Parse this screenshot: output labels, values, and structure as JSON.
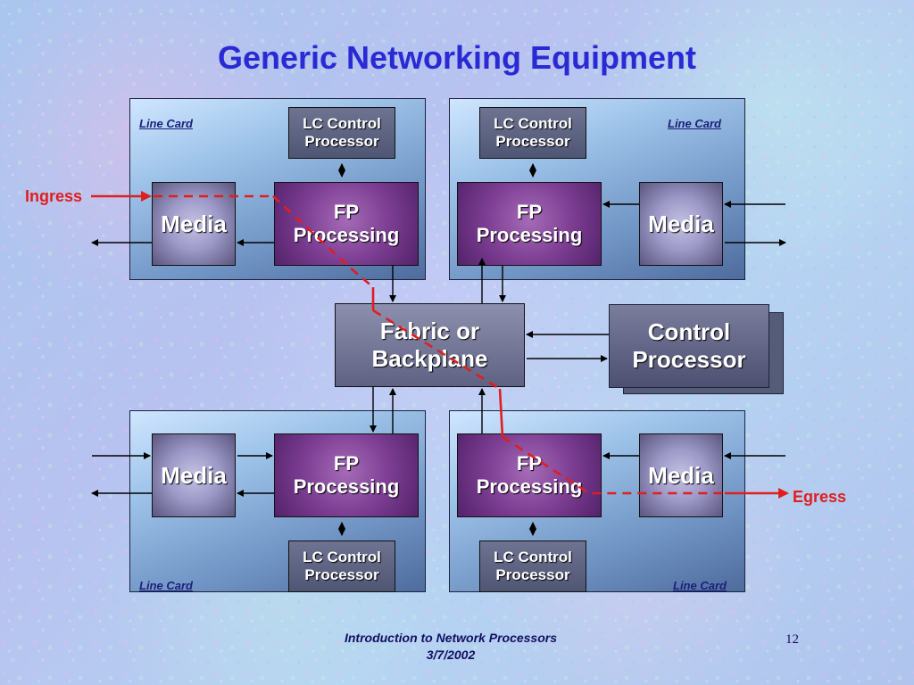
{
  "slide": {
    "title": "Generic Networking Equipment",
    "footer_line1": "Introduction to Network Processors",
    "footer_line2": "3/7/2002",
    "page_number": "12"
  },
  "colors": {
    "title": "#2a2ad4",
    "flow_path": "#e01e1e",
    "fp_processing": "#7d3e93",
    "media": "#9d99c8",
    "line_card": "#8fb3df"
  },
  "diagram": {
    "line_cards": [
      {
        "label": "Line Card",
        "media": "Media",
        "fp": "FP\nProcessing",
        "lc_control": "LC Control\nProcessor"
      },
      {
        "label": "Line Card",
        "media": "Media",
        "fp": "FP\nProcessing",
        "lc_control": "LC Control\nProcessor"
      },
      {
        "label": "Line Card",
        "media": "Media",
        "fp": "FP\nProcessing",
        "lc_control": "LC Control\nProcessor"
      },
      {
        "label": "Line Card",
        "media": "Media",
        "fp": "FP\nProcessing",
        "lc_control": "LC Control\nProcessor"
      }
    ],
    "fabric": "Fabric or\nBackplane",
    "control_processor": "Control\nProcessor",
    "ingress_label": "Ingress",
    "egress_label": "Egress"
  }
}
